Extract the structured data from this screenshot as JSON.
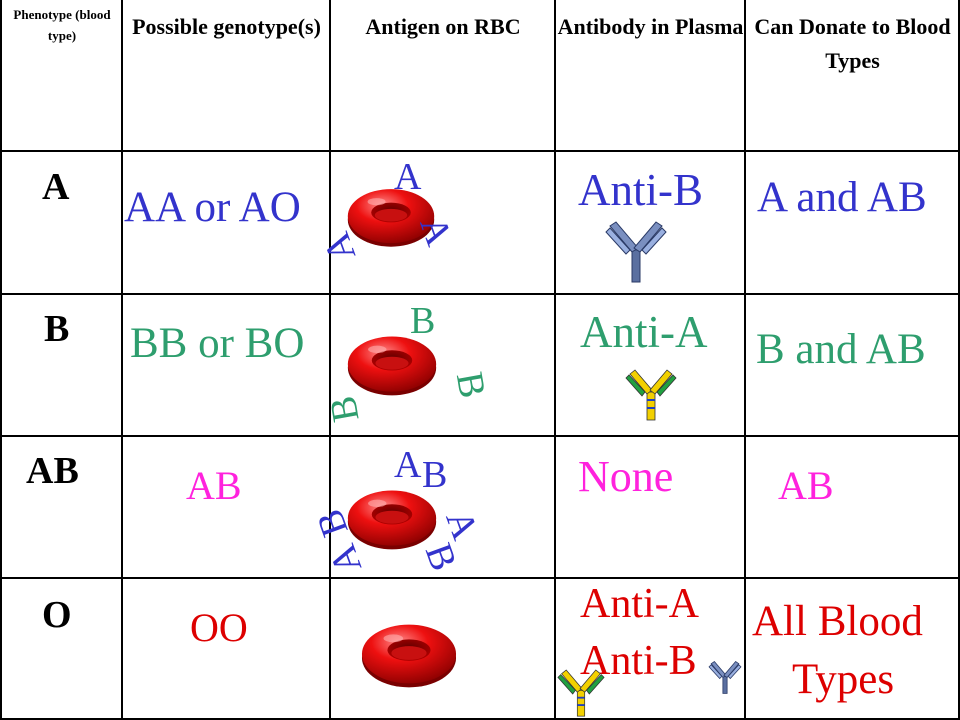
{
  "headers": {
    "phenotype": "Phenotype (blood type)",
    "genotype": "Possible genotype(s)",
    "antigen": "Antigen on RBC",
    "antibody": "Antibody in Plasma",
    "donate": "Can Donate to Blood Types"
  },
  "rows": [
    {
      "phenotype": "A",
      "genotype": "AA or AO",
      "antibody": "Anti-B",
      "antibody2": "",
      "donate": "A and AB",
      "donate2": "",
      "antigens": [
        "A",
        "A",
        "A"
      ]
    },
    {
      "phenotype": "B",
      "genotype": "BB or BO",
      "antibody": "Anti-A",
      "antibody2": "",
      "donate": "B and AB",
      "donate2": "",
      "antigens": [
        "B",
        "B",
        "B"
      ]
    },
    {
      "phenotype": "AB",
      "genotype": "AB",
      "antibody": "None",
      "antibody2": "",
      "donate": "AB",
      "donate2": "",
      "antigens": [
        "A",
        "B",
        "A",
        "B",
        "A",
        "B"
      ]
    },
    {
      "phenotype": "O",
      "genotype": "OO",
      "antibody": "Anti-A",
      "antibody2": "Anti-B",
      "donate": "All Blood",
      "donate2": "Types",
      "antigens": []
    }
  ],
  "colors": {
    "blue": "#3333cc",
    "green": "#2e9e6e",
    "magenta": "#ff22dd",
    "red": "#dd0000",
    "cell_red": "#e00000",
    "grid": "#000000"
  },
  "icons": {
    "rbc": "red-blood-cell-icon",
    "antibody_b": "anti-b-antibody-icon",
    "antibody_a": "anti-a-antibody-icon"
  }
}
